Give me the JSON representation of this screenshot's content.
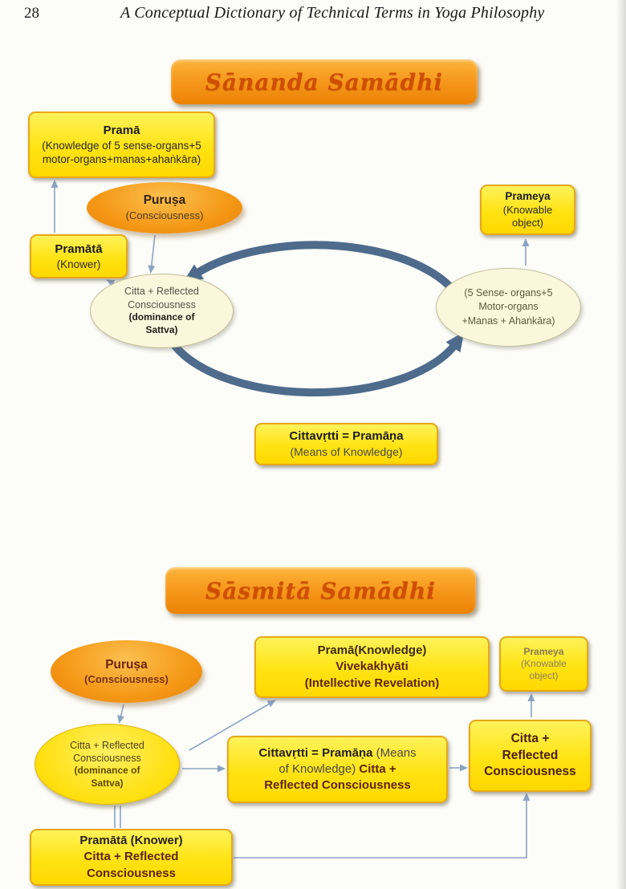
{
  "page": {
    "number": "28",
    "title": "A Conceptual Dictionary of Technical Terms in Yoga Philosophy"
  },
  "colors": {
    "banner_fill": "#f79a1e",
    "banner_text": "#cf4e00",
    "box_fill": "#ffe400",
    "box_border": "#e6a817",
    "ellipse_cream": "#fbf7dc",
    "ellipse_orange": "#f59816",
    "ring_blue": "#4e6b8c",
    "connector_blue": "#8ca3c2",
    "maroon_text": "#5e2408"
  },
  "sananda": {
    "banner": "Sānanda Samādhi",
    "prama": {
      "title": "Pramā",
      "body": "(Knowledge of 5 sense-organs+5 motor-organs+manas+ahaṅkāra)"
    },
    "purusa": {
      "title": "Puruṣa",
      "sub": "(Consciousness)"
    },
    "pramata": {
      "title": "Pramātā",
      "sub": "(Knower)"
    },
    "citta": {
      "l1": "Citta + Reflected",
      "l2": "Consciousness",
      "l3": "(dominance of",
      "l4": "Sattva)"
    },
    "prameya": {
      "title": "Prameya",
      "sub": "(Knowable object)"
    },
    "organs": {
      "l1": "(5 Sense- organs+5",
      "l2": "Motor-organs",
      "l3": "+Manas + Ahaṅkāra)"
    },
    "cittavrtti": {
      "title": "Cittavṛtti =  Pramāṇa",
      "sub": "(Means of Knowledge)"
    }
  },
  "sasmita": {
    "banner": "Sāsmitā Samādhi",
    "purusa": {
      "title": "Puruṣa",
      "sub": "(Consciousness)"
    },
    "prama": {
      "l1": "Pramā(Knowledge)",
      "l2": "Vivekakhyāti",
      "l3": "(Intellective Revelation)"
    },
    "prameya": {
      "l1": "Prameya",
      "l2": "(Knowable",
      "l3": "object)"
    },
    "citta": {
      "l1": "Citta + Reflected",
      "l2": "Consciousness",
      "l3": "(dominance of",
      "l4": "Sattva)"
    },
    "cittavrtti": {
      "l1a": "Cittavṛtti =  Pramāṇa",
      "l1b": " (Means",
      "l2a": "of Knowledge) ",
      "l2b": " Citta +",
      "l3": "Reflected Consciousness"
    },
    "citta_right": {
      "l1": "Citta +",
      "l2": "Reflected",
      "l3": "Consciousness"
    },
    "pramata": {
      "l1": "Pramātā (Knower)",
      "l2": "Citta + Reflected",
      "l3": "Consciousness"
    }
  }
}
